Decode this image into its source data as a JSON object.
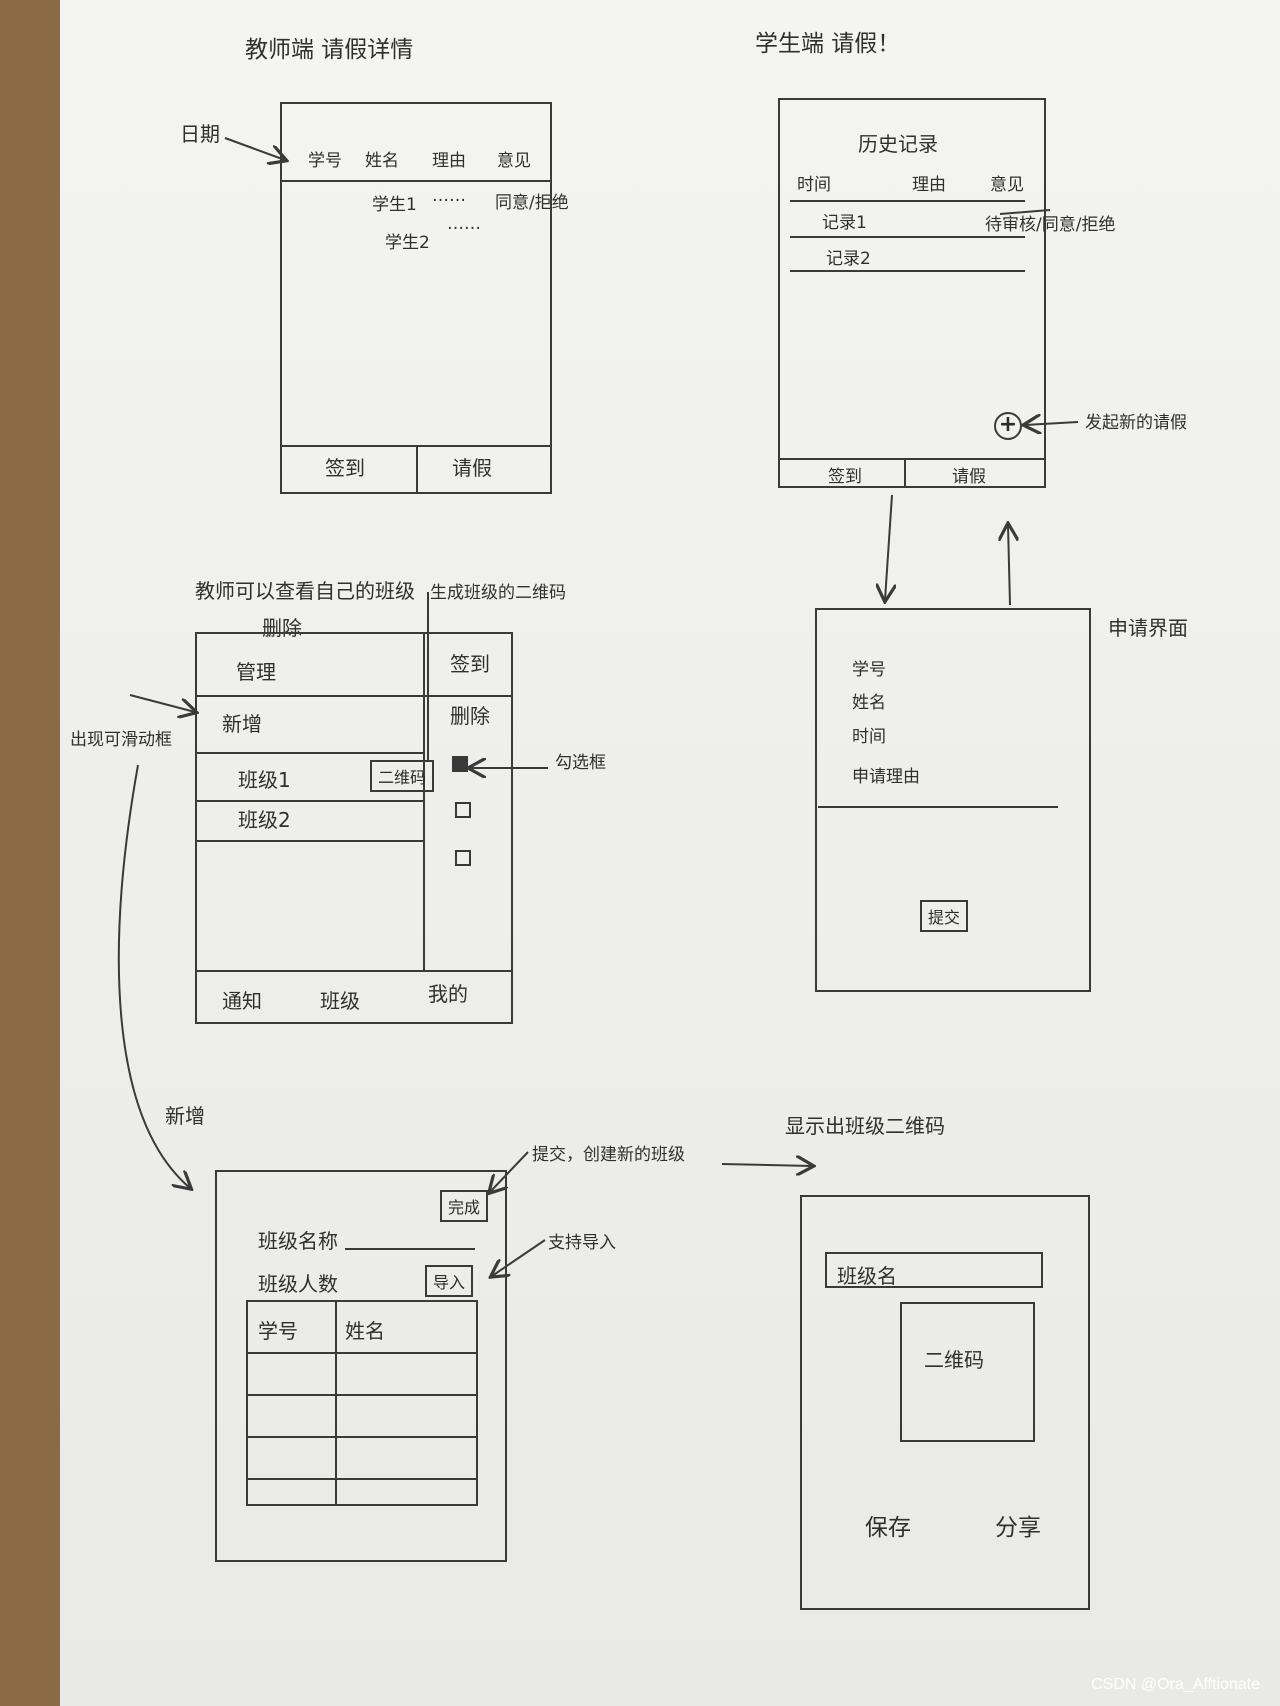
{
  "teacher_leave": {
    "title": "教师端 请假详情",
    "date_label": "日期",
    "headers": [
      "学号",
      "姓名",
      "理由",
      "意见"
    ],
    "rows": [
      {
        "name": "学生1",
        "status": "同意/拒绝"
      },
      {
        "name": "学生2"
      }
    ],
    "ellipsis": "……",
    "tabs": [
      "签到",
      "请假"
    ]
  },
  "student_leave": {
    "title": "学生端 请假！",
    "header": "历史记录",
    "columns": [
      "时间",
      "理由",
      "意见"
    ],
    "rows": [
      "记录1",
      "记录2"
    ],
    "status_note": "待审核/同意/拒绝",
    "add_note": "发起新的请假",
    "tabs": [
      "签到",
      "请假"
    ]
  },
  "apply": {
    "label": "申请界面",
    "fields": [
      "学号",
      "姓名",
      "时间",
      "申请理由"
    ],
    "submit": "提交"
  },
  "teacher_class": {
    "title": "教师可以查看自己的班级",
    "subtitle": "删除",
    "annotation_qr": "生成班级的二维码",
    "header": "管理",
    "side_top": "签到",
    "new_label": "新增",
    "delete_label": "删除",
    "classes": [
      "班级1",
      "班级2"
    ],
    "qr_button": "二维码",
    "checkbox_note": "勾选框",
    "side_note": "出现可滑动框",
    "tabs": [
      "通知",
      "班级",
      "我的"
    ]
  },
  "new_class": {
    "label": "新增",
    "done": "完成",
    "submit_note": "提交，创建新的班级",
    "name_label": "班级名称",
    "import_label": "班级人数",
    "import_button": "导入",
    "import_note": "支持导入",
    "table_headers": [
      "学号",
      "姓名"
    ]
  },
  "qr_page": {
    "label": "显示出班级二维码",
    "name": "班级名",
    "qr": "二维码",
    "save": "保存",
    "share": "分享"
  },
  "watermark": "CSDN @Ora_Afftionate"
}
